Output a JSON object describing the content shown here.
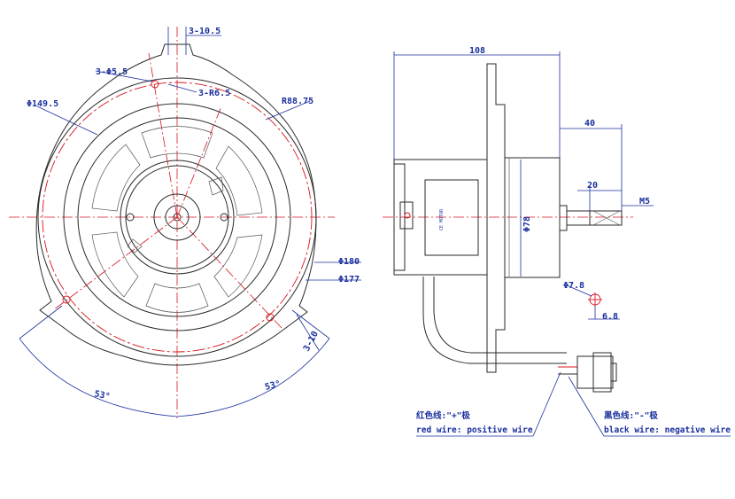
{
  "front_view": {
    "dim_top_slot": "3-10.5",
    "dim_holes": "3-Φ5.5",
    "dim_hole_radius": "3-R6.5",
    "dim_inner_dia": "Φ149.5",
    "dim_outer_radius": "R88.75",
    "dim_flange_dia": "Φ180",
    "dim_pcd_dia": "Φ177",
    "dim_slot_side": "3-10",
    "angle_left": "53°",
    "angle_right": "53°"
  },
  "side_view": {
    "dim_overall_length": "108",
    "dim_shaft_length": "40",
    "dim_flat_length": "20",
    "dim_thread": "M5",
    "dim_body_dia": "Φ78",
    "dim_mount_hole": "Φ7.8",
    "dim_mount_offset": "6.8"
  },
  "wire_notes": {
    "red_wire_cn": "红色线:\"+\"极",
    "red_wire_en": "red wire: positive wire",
    "black_wire_cn": "黑色线:\"-\"极",
    "black_wire_en": "black wire: negative wire"
  },
  "colors": {
    "dimension_blue": "#1a2f9e",
    "centerline_red": "#d8141c",
    "outline_black": "#2a2a2a"
  }
}
